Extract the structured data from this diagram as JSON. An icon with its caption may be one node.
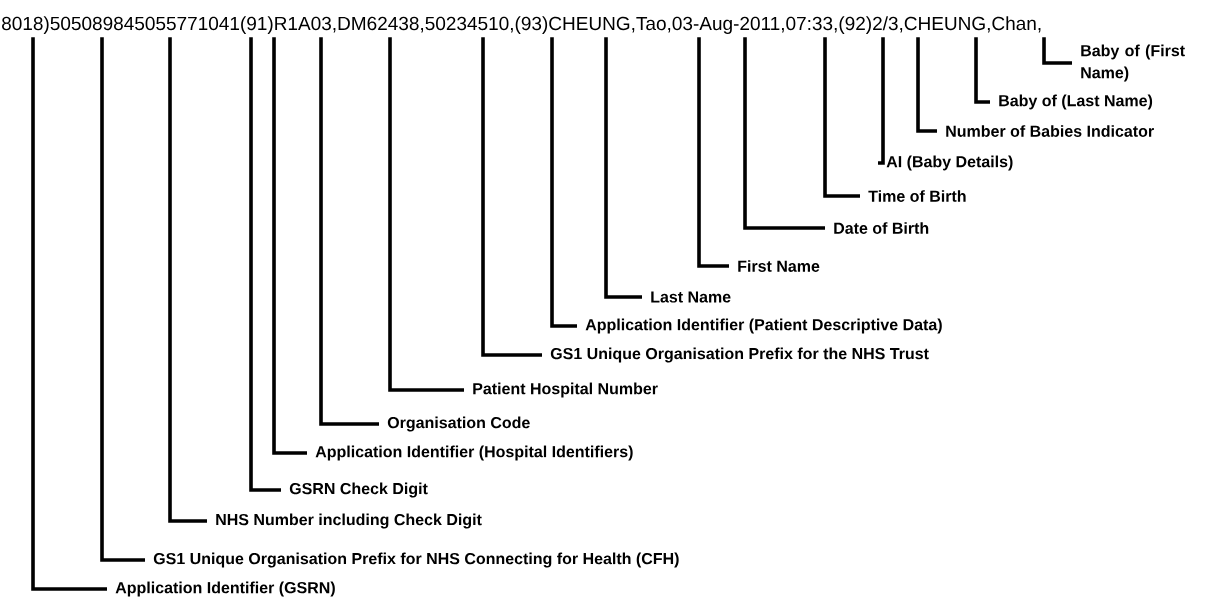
{
  "diagram": {
    "nodes": [
      {
        "text": [
          "8018)505089845055771041(91)R1A03,DM62438,50234510,(93)CHEUNG,Tao,03-Aug-2011,07:33,(92)2/3,CHEUNG,Chan,"
        ]
      },
      {
        "text": [
          "Baby of (First Name)"
        ]
      },
      {
        "text": [
          "Baby of (Last Name)"
        ]
      },
      {
        "text": [
          "Number of Babies Indicator"
        ]
      },
      {
        "text": [
          "AI (Baby Details)"
        ]
      },
      {
        "text": [
          "Time of Birth"
        ]
      },
      {
        "text": [
          "Date of Birth"
        ]
      },
      {
        "text": [
          "First Name"
        ]
      },
      {
        "text": [
          "Last Name"
        ]
      },
      {
        "text": [
          "Application Identifier (Patient Descriptive Data)"
        ]
      },
      {
        "text": [
          "GS1 Unique Organisation Prefix for the NHS Trust"
        ]
      },
      {
        "text": [
          "Patient Hospital Number"
        ]
      },
      {
        "text": [
          "Organisation Code"
        ]
      },
      {
        "text": [
          "Application Identifier (Hospital Identifiers)"
        ]
      },
      {
        "text": [
          "GSRN Check Digit"
        ]
      },
      {
        "text": [
          "NHS Number including Check Digit"
        ]
      },
      {
        "text": [
          "GS1 Unique Organisation Prefix for NHS Connecting for Health (CFH)"
        ]
      },
      {
        "text": [
          "Application Identifier (GSRN)"
        ]
      }
    ],
    "edges": [
      {
        "from": 1,
        "to": 0,
        "arrow": "none"
      },
      {
        "from": 2,
        "to": 0,
        "arrow": "none"
      },
      {
        "from": 3,
        "to": 0,
        "arrow": "none"
      },
      {
        "from": 4,
        "to": 0,
        "arrow": "none"
      },
      {
        "from": 5,
        "to": 0,
        "arrow": "none"
      },
      {
        "from": 6,
        "to": 0,
        "arrow": "none"
      },
      {
        "from": 7,
        "to": 0,
        "arrow": "none"
      },
      {
        "from": 8,
        "to": 0,
        "arrow": "none"
      },
      {
        "from": 9,
        "to": 0,
        "arrow": "none"
      },
      {
        "from": 10,
        "to": 0,
        "arrow": "none"
      },
      {
        "from": 11,
        "to": 0,
        "arrow": "none"
      },
      {
        "from": 12,
        "to": 0,
        "arrow": "none"
      },
      {
        "from": 13,
        "to": 0,
        "arrow": "none"
      },
      {
        "from": 14,
        "to": 0,
        "arrow": "none"
      },
      {
        "from": 15,
        "to": 0,
        "arrow": "none"
      },
      {
        "from": 16,
        "to": 0,
        "arrow": "none"
      },
      {
        "from": 17,
        "to": 0,
        "arrow": "none"
      }
    ]
  }
}
